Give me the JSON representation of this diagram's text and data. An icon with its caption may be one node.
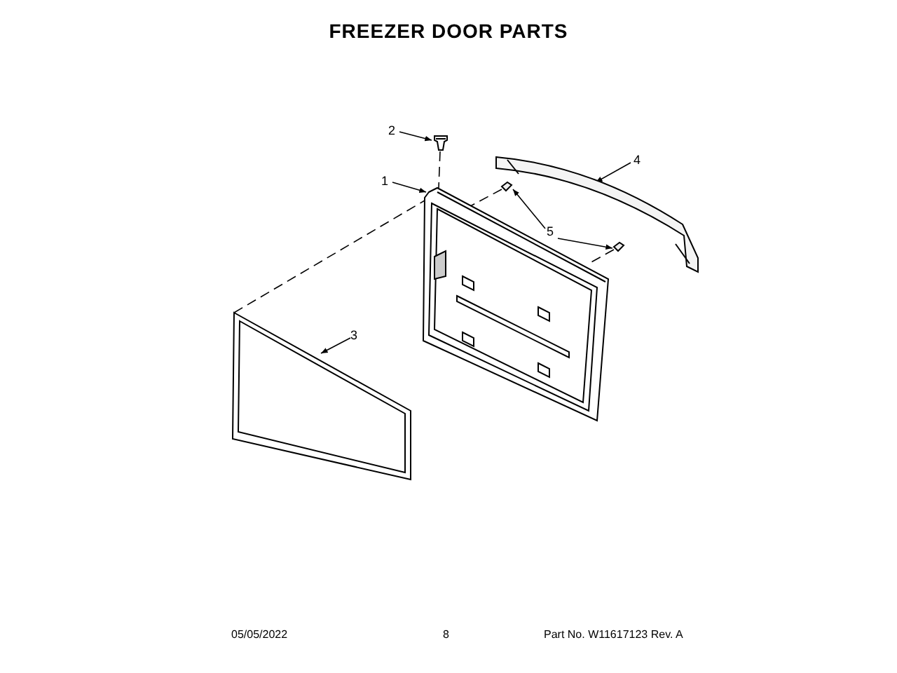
{
  "diagram": {
    "title": "FREEZER DOOR PARTS",
    "nodes": [
      {
        "text": [
          "2"
        ]
      },
      {
        "text": [],
        "shape": "picture"
      },
      {
        "text": [
          "1"
        ]
      },
      {
        "text": [],
        "shape": "picture"
      },
      {
        "text": [
          "4"
        ]
      },
      {
        "text": [],
        "shape": "picture"
      },
      {
        "text": [
          "5"
        ]
      },
      {
        "text": [],
        "shape": "picture"
      },
      {
        "text": [],
        "shape": "picture"
      },
      {
        "text": [
          "3"
        ]
      },
      {
        "text": [],
        "shape": "picture"
      }
    ],
    "edges": [
      {
        "from": 0,
        "to": 1,
        "arrow": "to"
      },
      {
        "from": 2,
        "to": 3,
        "arrow": "to"
      },
      {
        "from": 4,
        "to": 5,
        "arrow": "to"
      },
      {
        "from": 6,
        "to": 7,
        "arrow": "to"
      },
      {
        "from": 6,
        "to": 8,
        "arrow": "to"
      },
      {
        "from": 9,
        "to": 10,
        "arrow": "to"
      },
      {
        "from": 1,
        "to": 3,
        "arrow": "none",
        "style": "dashed"
      },
      {
        "from": 10,
        "to": 3,
        "arrow": "none",
        "style": "dashed"
      },
      {
        "from": 7,
        "to": 3,
        "arrow": "none",
        "style": "dashed"
      },
      {
        "from": 8,
        "to": 3,
        "arrow": "none",
        "style": "dashed"
      }
    ],
    "labels": [
      "05/05/2022",
      "8",
      "Part No. W11617123 Rev. A"
    ]
  }
}
